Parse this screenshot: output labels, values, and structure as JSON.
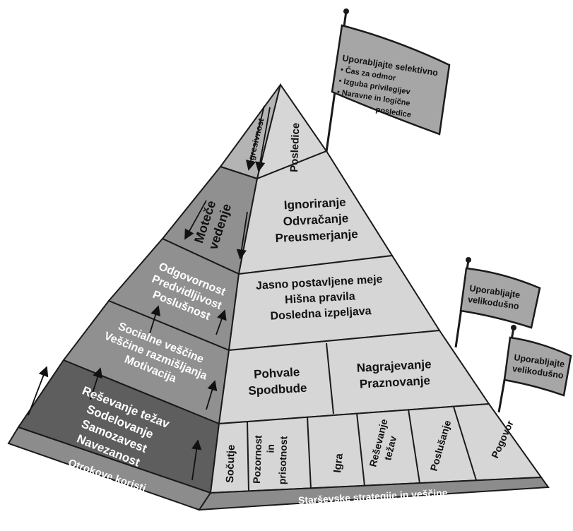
{
  "left_face": {
    "base_label": "Otrokove koristi",
    "sections": [
      {
        "lines": [
          "Agresivnost"
        ]
      },
      {
        "lines": [
          "Moteče",
          "vedenje"
        ]
      },
      {
        "lines": [
          "Odgovornost",
          "Predvidljivost",
          "Poslušnost"
        ]
      },
      {
        "lines": [
          "Socialne veščine",
          "Veščine razmišljanja",
          "Motivacija"
        ]
      },
      {
        "lines": [
          "Reševanje težav",
          "Sodelovanje",
          "Samozavest",
          "Navezanost"
        ]
      }
    ]
  },
  "right_face": {
    "base_label": "Starševske strategije in veščine",
    "top": {
      "lines": [
        "Posledice"
      ]
    },
    "tier2": {
      "lines": [
        "Ignoriranje",
        "Odvračanje",
        "Preusmerjanje"
      ]
    },
    "tier3": {
      "lines": [
        "Jasno postavljene meje",
        "Hišna pravila",
        "Dosledna izpeljava"
      ]
    },
    "tier4_left": {
      "lines": [
        "Pohvale",
        "Spodbude"
      ]
    },
    "tier4_right": {
      "lines": [
        "Nagrajevanje",
        "Praznovanje"
      ]
    },
    "bottom_cells": [
      {
        "lines": [
          "Sočutje"
        ]
      },
      {
        "lines": [
          "Pozornost",
          "in",
          "prisotnost"
        ]
      },
      {
        "lines": [
          "Igra"
        ]
      },
      {
        "lines": [
          "Reševanje",
          "težav"
        ]
      },
      {
        "lines": [
          "Poslušanje"
        ]
      },
      {
        "lines": [
          "Pogovor"
        ]
      }
    ]
  },
  "flags": [
    {
      "lines": [
        "Uporabljajte selektivno",
        "• Čas za odmor",
        "• Izguba privilegijev",
        "• Naravne in logične",
        "posledice"
      ]
    },
    {
      "lines": [
        "Uporabljajte",
        "velikodušno"
      ]
    },
    {
      "lines": [
        "Uporabljajte",
        "velikodušno"
      ]
    }
  ],
  "colors": {
    "left_light": "#b4b4b4",
    "left_mid": "#909090",
    "left_dark": "#5e5e5e",
    "right_face": "#d6d6d6",
    "flag": "#a6a6a6",
    "base_strip": "#8c8c8c",
    "outline": "#1a1a1a"
  }
}
